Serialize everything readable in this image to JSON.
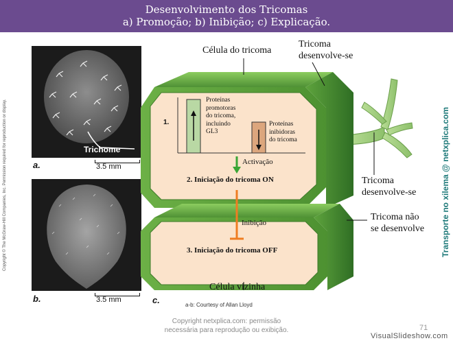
{
  "header": {
    "title_line1": "Desenvolvimento dos Tricomas",
    "title_line2": "a) Promoção; b) Inibição; c) Explicação."
  },
  "left_vertical": "Copyright © The McGraw-Hill Companies, Inc. Permission required for reproduction or display.",
  "right_vertical": "Transporte no xilema @ netxplica.com",
  "photos": {
    "a_label": "Trichome",
    "a_letter": "a.",
    "b_letter": "b.",
    "scale_a": "3.5 mm",
    "scale_b": "3.5 mm"
  },
  "diagram": {
    "letter": "c.",
    "top_label": "Célula do tricoma",
    "top_right_label": "Tricoma\ndesenvolve-se",
    "right_mid_label": "Tricoma\ndesenvolve-se",
    "right_low_label": "Tricoma não\nse desenvolve",
    "bottom_label": "Célula vizinha",
    "step1_number": "1.",
    "promoter_text": "Proteínas\npromotoras\ndo tricoma,\nincluindo\nGL3",
    "inhibitor_text": "Proteínas\ninibidoras\ndo tricoma",
    "activation": "Activação",
    "step2": "2. Iniciação do tricoma ",
    "step2_on": "ON",
    "inhibition": "Inibição",
    "step3": "3. Iniciação do tricoma ",
    "step3_off": "OFF",
    "credit": "a-b: Courtesy of Allan Lloyd"
  },
  "footer": {
    "line1": "Copyright netxplica.com: permissão",
    "line2": "necessária para reprodução ou exibição.",
    "page_number": "71",
    "watermark": "VisualSlideshow.com"
  },
  "colors": {
    "header": "#6b4b8f",
    "cell_green": "#5b9e3c",
    "interior": "#fbe3cb",
    "promoter_bar": "#b9d8a4",
    "inhibitor_bar": "#dca67d",
    "activation_arrow": "#3aa535",
    "inhibition_line": "#ef7d22",
    "vertical_text": "#1f7a7a"
  }
}
